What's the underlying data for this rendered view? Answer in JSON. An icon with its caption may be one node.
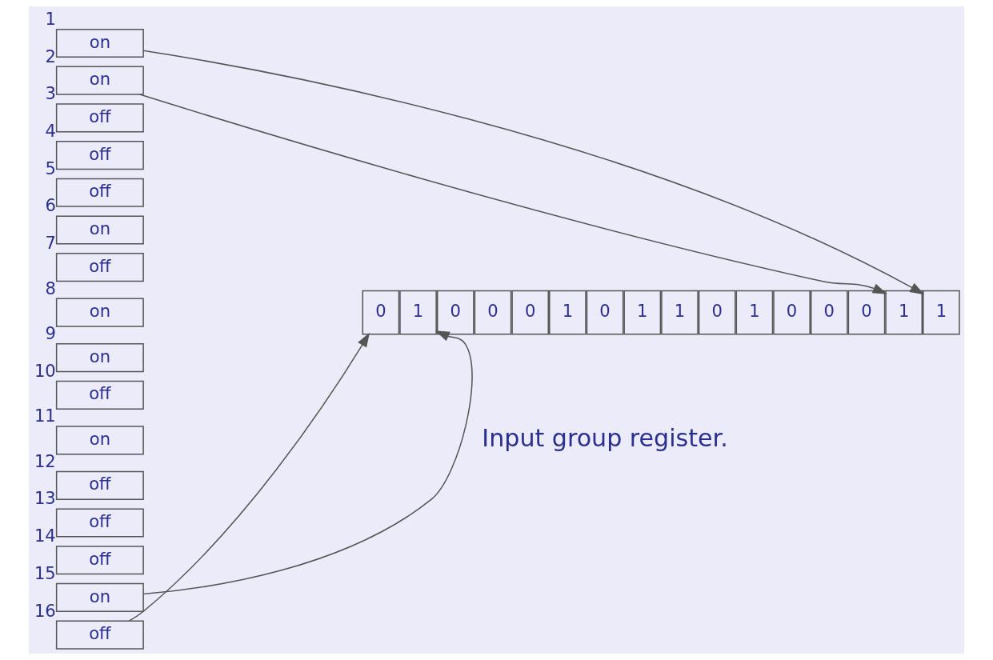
{
  "diagram": {
    "nodes": [
      {
        "text": [
          "on"
        ],
        "beside": [
          "1"
        ]
      },
      {
        "text": [
          "on"
        ],
        "beside": [
          "2"
        ]
      },
      {
        "text": [
          "off"
        ],
        "beside": [
          "3"
        ]
      },
      {
        "text": [
          "off"
        ],
        "beside": [
          "4"
        ]
      },
      {
        "text": [
          "off"
        ],
        "beside": [
          "5"
        ]
      },
      {
        "text": [
          "on"
        ],
        "beside": [
          "6"
        ]
      },
      {
        "text": [
          "off"
        ],
        "beside": [
          "7"
        ]
      },
      {
        "text": [
          "on"
        ],
        "beside": [
          "8"
        ]
      },
      {
        "text": [
          "on"
        ],
        "beside": [
          "9"
        ]
      },
      {
        "text": [
          "off"
        ],
        "beside": [
          "10"
        ]
      },
      {
        "text": [
          "on"
        ],
        "beside": [
          "11"
        ]
      },
      {
        "text": [
          "off"
        ],
        "beside": [
          "12"
        ]
      },
      {
        "text": [
          "off"
        ],
        "beside": [
          "13"
        ]
      },
      {
        "text": [
          "off"
        ],
        "beside": [
          "14"
        ]
      },
      {
        "text": [
          "on"
        ],
        "beside": [
          "15"
        ]
      },
      {
        "text": [
          "off"
        ],
        "beside": [
          "16"
        ]
      },
      {
        "text": [
          "0"
        ]
      },
      {
        "text": [
          "1"
        ]
      },
      {
        "text": [
          "0"
        ]
      },
      {
        "text": [
          "0"
        ]
      },
      {
        "text": [
          "0"
        ]
      },
      {
        "text": [
          "1"
        ]
      },
      {
        "text": [
          "0"
        ]
      },
      {
        "text": [
          "1"
        ]
      },
      {
        "text": [
          "1"
        ]
      },
      {
        "text": [
          "0"
        ]
      },
      {
        "text": [
          "1"
        ]
      },
      {
        "text": [
          "0"
        ]
      },
      {
        "text": [
          "0"
        ]
      },
      {
        "text": [
          "0"
        ]
      },
      {
        "text": [
          "1"
        ]
      },
      {
        "text": [
          "1"
        ]
      }
    ],
    "edges": [
      {
        "from": 0,
        "to": 31,
        "arrow": "to"
      },
      {
        "from": 1,
        "to": 30,
        "arrow": "to"
      },
      {
        "from": 14,
        "to": 17,
        "arrow": "to"
      },
      {
        "from": 15,
        "to": 16,
        "arrow": "to"
      }
    ],
    "labels": [
      "Input group register."
    ]
  }
}
